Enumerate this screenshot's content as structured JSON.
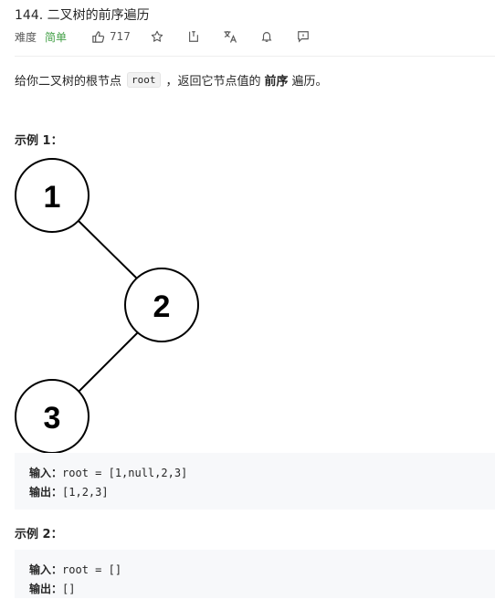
{
  "problem": {
    "title": "144. 二叉树的前序遍历",
    "difficulty_label": "难度",
    "difficulty_value": "简单",
    "like_count": "717"
  },
  "description": {
    "part1": "给你二叉树的根节点",
    "code": "root",
    "part2": "，返回它节点值的",
    "emphasis": "前序",
    "part3": "遍历。"
  },
  "example1": {
    "title": "示例 1：",
    "tree_nodes": [
      "1",
      "2",
      "3"
    ],
    "input_label": "输入：",
    "input_value": "root = [1,null,2,3]",
    "output_label": "输出：",
    "output_value": "[1,2,3]"
  },
  "example2": {
    "title": "示例 2：",
    "input_label": "输入：",
    "input_value": "root = []",
    "output_label": "输出：",
    "output_value": "[]"
  },
  "icons": [
    "thumbs-up-icon",
    "star-icon",
    "share-icon",
    "translate-icon",
    "bell-icon",
    "comment-icon"
  ]
}
